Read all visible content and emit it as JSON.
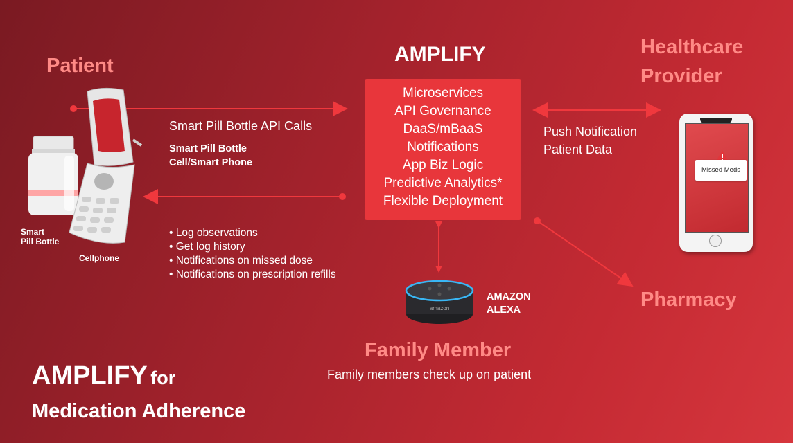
{
  "center": {
    "title": "AMPLIFY",
    "services": [
      "Microservices",
      "API Governance",
      "DaaS/mBaaS",
      "Notifications",
      "App Biz Logic",
      "Predictive Analytics*",
      "Flexible Deployment"
    ]
  },
  "patient": {
    "heading": "Patient",
    "bottle_label_1": "Smart",
    "bottle_label_2": "Pill Bottle",
    "cellphone_label": "Cellphone"
  },
  "api_flow": {
    "title": "Smart Pill Bottle API Calls",
    "sub1": "Smart Pill Bottle",
    "sub2": "Cell/Smart Phone"
  },
  "features": [
    "Log observations",
    "Get log history",
    "Notifications on missed dose",
    "Notifications on prescription refills"
  ],
  "provider": {
    "heading_1": "Healthcare",
    "heading_2": "Provider",
    "flow_1": "Push Notification",
    "flow_2": "Patient Data",
    "phone_notification": "Missed Meds"
  },
  "pharmacy": {
    "heading": "Pharmacy"
  },
  "family": {
    "heading": "Family Member",
    "caption": "Family members check up on patient",
    "device_1": "AMAZON",
    "device_2": "ALEXA",
    "device_brand": "amazon"
  },
  "footer": {
    "title_1": "AMPLIFY",
    "title_for": "for",
    "title_2": "Medication Adherence"
  },
  "colors": {
    "accent": "#ff8a86",
    "box": "#e8363b",
    "arrow": "#f0383d"
  }
}
